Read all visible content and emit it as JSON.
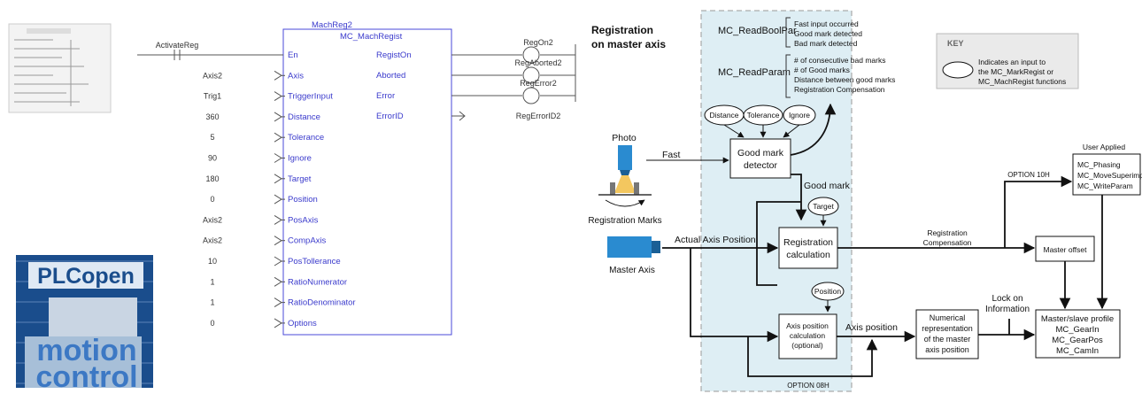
{
  "fbd": {
    "instance": "MachReg2",
    "block_type": "MC_MachRegist",
    "inputs": [
      {
        "pin": "En",
        "value": "ActivateReg"
      },
      {
        "pin": "Axis",
        "value": "Axis2"
      },
      {
        "pin": "TriggerInput",
        "value": "Trig1"
      },
      {
        "pin": "Distance",
        "value": "360"
      },
      {
        "pin": "Tolerance",
        "value": "5"
      },
      {
        "pin": "Ignore",
        "value": "90"
      },
      {
        "pin": "Target",
        "value": "180"
      },
      {
        "pin": "Position",
        "value": "0"
      },
      {
        "pin": "PosAxis",
        "value": "Axis2"
      },
      {
        "pin": "CompAxis",
        "value": "Axis2"
      },
      {
        "pin": "PosTollerance",
        "value": "10"
      },
      {
        "pin": "RatioNumerator",
        "value": "1"
      },
      {
        "pin": "RatioDenominator",
        "value": "1"
      },
      {
        "pin": "Options",
        "value": "0"
      }
    ],
    "outputs": [
      {
        "pin": "RegistOn",
        "value": "RegOn2"
      },
      {
        "pin": "Aborted",
        "value": "RegAborted2"
      },
      {
        "pin": "Error",
        "value": "RegError2"
      },
      {
        "pin": "ErrorID",
        "value": "RegErrorID2"
      }
    ]
  },
  "logo": {
    "line1": "PLCopen",
    "line2": "motion",
    "line3": "control"
  },
  "diagram": {
    "title_line1": "Registration",
    "title_line2": "on master axis",
    "readboolpar": "MC_ReadBoolPar",
    "readboolpar_items": [
      "Fast input occurred",
      "Good mark detected",
      "Bad mark detected"
    ],
    "readparam": "MC_ReadParam",
    "readparam_items": [
      "# of consecutive bad marks",
      "# of Good marks",
      "Distance between good marks",
      "Registration Compensation"
    ],
    "key_title": "KEY",
    "key_text": [
      "Indicates an input to",
      "the MC_MarkRegist or",
      "MC_MachRegist functions"
    ],
    "ovals": [
      "Distance",
      "Tolerance",
      "Ignore",
      "Target",
      "Position"
    ],
    "photo_label": "Photo",
    "fast_label": "Fast",
    "marks_label": "Registration Marks",
    "master_axis_label": "Master Axis",
    "actual_axis_label": "Actual Axis Position",
    "good_mark_detector": [
      "Good mark",
      "detector"
    ],
    "good_mark_label": "Good mark",
    "registration_calc": [
      "Registration",
      "calculation"
    ],
    "axis_pos_calc": [
      "Axis position",
      "calculation",
      "(optional)"
    ],
    "axis_position_label": "Axis position",
    "numerical_repr": [
      "Numerical",
      "representation",
      "of the master",
      "axis position"
    ],
    "option08h": "OPTION 08H",
    "option10h": "OPTION 10H",
    "user_applied": "User Applied",
    "user_applied_items": [
      "MC_Phasing",
      "MC_MoveSuperimp",
      "MC_WriteParam"
    ],
    "reg_comp": [
      "Registration",
      "Compensation"
    ],
    "master_offset": "Master offset",
    "lock_on": [
      "Lock on",
      "Information"
    ],
    "profile": [
      "Master/slave profile",
      "MC_GearIn",
      "MC_GearPos",
      "MC_CamIn"
    ]
  }
}
